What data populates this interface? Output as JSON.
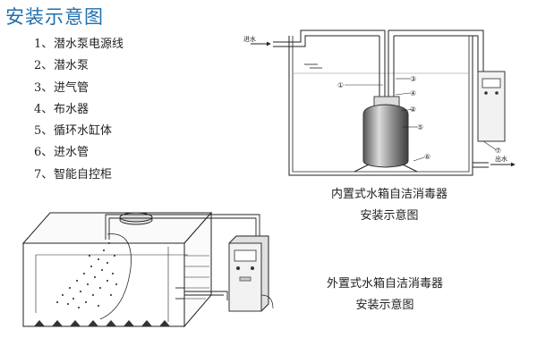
{
  "title": "安装示意图",
  "legend": [
    {
      "num": "1、",
      "text": "潜水泵电源线"
    },
    {
      "num": "2、",
      "text": "潜水泵"
    },
    {
      "num": "3、",
      "text": "进气管"
    },
    {
      "num": "4、",
      "text": "布水器"
    },
    {
      "num": "5、",
      "text": "循环水缸体"
    },
    {
      "num": "6、",
      "text": "进水管"
    },
    {
      "num": "7、",
      "text": "智能自控柜"
    }
  ],
  "internal_diagram": {
    "inlet_label": "进水",
    "outlet_label": "出水",
    "callouts": [
      "①",
      "②",
      "③",
      "④",
      "⑤",
      "⑥",
      "⑦"
    ],
    "caption_line1": "内置式水箱自洁消毒器",
    "caption_line2": "安装示意图"
  },
  "external_diagram": {
    "caption_line1": "外置式水箱自洁消毒器",
    "caption_line2": "安装示意图"
  }
}
